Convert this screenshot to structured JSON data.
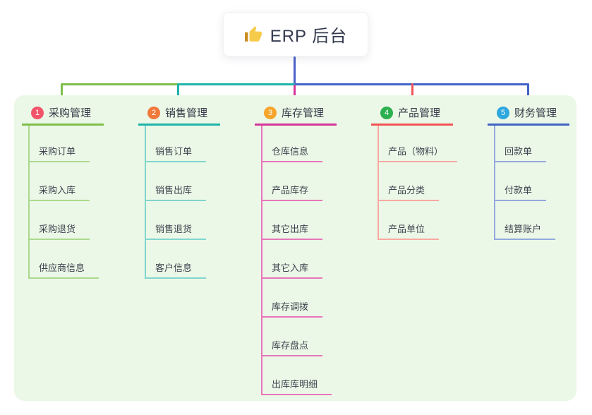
{
  "root": {
    "icon": "thumbs-up-icon",
    "label": "ERP 后台"
  },
  "colors": {
    "panel_bg": "#ecf8e7",
    "root_line": "#4a62c9",
    "root_text": "#353b50",
    "branch_text": "#343a47",
    "child_text": "#3d434f"
  },
  "branches": [
    {
      "num": "1",
      "label": "采购管理",
      "badge_color": "#f2556b",
      "line_color": "#7dbf4b",
      "child_line_color": "#abd98e",
      "children": [
        "采购订单",
        "采购入库",
        "采购退货",
        "供应商信息"
      ]
    },
    {
      "num": "2",
      "label": "销售管理",
      "badge_color": "#f0793b",
      "line_color": "#1db4a9",
      "child_line_color": "#7fd6ce",
      "children": [
        "销售订单",
        "销售出库",
        "销售退货",
        "客户信息"
      ]
    },
    {
      "num": "3",
      "label": "库存管理",
      "badge_color": "#f5a52b",
      "line_color": "#d5369b",
      "child_line_color": "#e776ba",
      "children": [
        "仓库信息",
        "产品库存",
        "其它出库",
        "其它入库",
        "库存调拨",
        "库存盘点",
        "出库库明细"
      ]
    },
    {
      "num": "4",
      "label": "产品管理",
      "badge_color": "#2db04f",
      "line_color": "#f15454",
      "child_line_color": "#f8a9a2",
      "children": [
        "产品（物料）",
        "产品分类",
        "产品单位"
      ]
    },
    {
      "num": "5",
      "label": "财务管理",
      "badge_color": "#2ea7de",
      "line_color": "#3f63c6",
      "child_line_color": "#93a9dd",
      "children": [
        "回款单",
        "付款单",
        "结算账户"
      ]
    }
  ]
}
